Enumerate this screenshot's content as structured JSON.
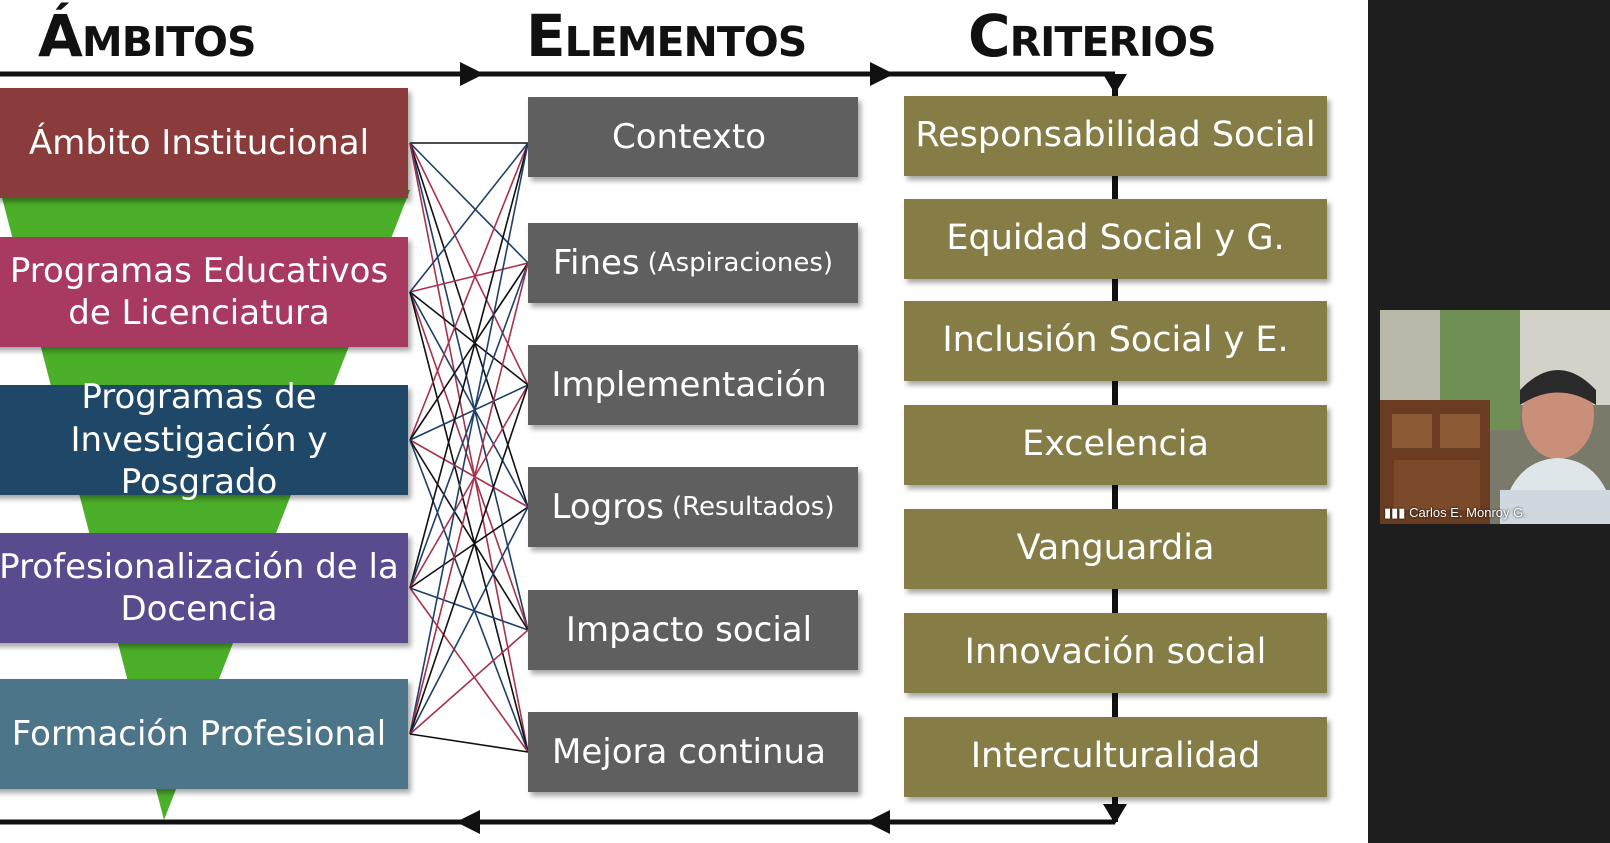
{
  "slide": {
    "headings": {
      "ambitos": "Ámbitos",
      "elementos": "Elementos",
      "criterios": "Criterios"
    },
    "ambitos": [
      {
        "label": "Ámbito Institucional",
        "color": "#8a3b3b"
      },
      {
        "label": "Programas Educativos de Licenciatura",
        "color": "#a83a62"
      },
      {
        "label": "Programas de Investigación y Posgrado",
        "color": "#1f4767"
      },
      {
        "label": "Profesionalización de la Docencia",
        "color": "#5a4a8e"
      },
      {
        "label": "Formación Profesional",
        "color": "#4c7589"
      }
    ],
    "elementos": [
      {
        "label": "Contexto",
        "note": ""
      },
      {
        "label": "Fines",
        "note": "(Aspiraciones)"
      },
      {
        "label": "Implementación",
        "note": ""
      },
      {
        "label": "Logros",
        "note": "(Resultados)"
      },
      {
        "label": "Impacto social",
        "note": ""
      },
      {
        "label": "Mejora continua",
        "note": ""
      }
    ],
    "criterios": [
      "Responsabilidad Social",
      "Equidad Social y G.",
      "Inclusión Social y E.",
      "Excelencia",
      "Vanguardia",
      "Innovación social",
      "Interculturalidad"
    ],
    "colors": {
      "elemento_box": "#5f5f5f",
      "criterio_box": "#857d45",
      "funnel_green": "#4caf2a",
      "arrow": "#111111",
      "connector_lines": [
        "#111111",
        "#1f3f6a",
        "#a8324e"
      ]
    }
  },
  "video": {
    "participant_name": "Carlos E. Monroy G.",
    "icons": [
      "signal-bars-icon"
    ]
  }
}
